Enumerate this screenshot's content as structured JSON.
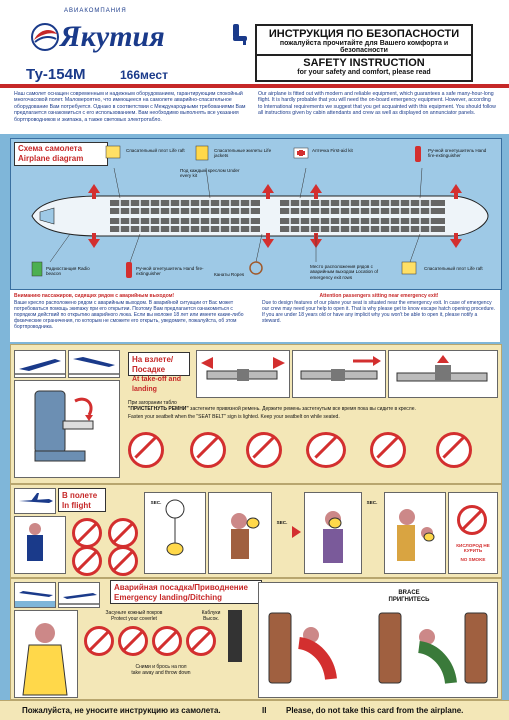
{
  "header": {
    "company_small": "АВИАКОМПАНИЯ",
    "company_name": "Якутия",
    "aircraft_model": "Ту-154М",
    "seats": "166мест",
    "ru_title": "ИНСТРУКЦИЯ ПО БЕЗОПАСНОСТИ",
    "ru_subtitle": "пожалуйста прочитайте для Вашего комфорта и безопасности",
    "en_title": "SAFETY INSTRUCTION",
    "en_subtitle": "for your safety and comfort, please read"
  },
  "intro": {
    "ru": "Наш самолет оснащен современным и надежным оборудованием, гарантирующим спокойный многочасовой полет. Маловероятно, что имеющееся на самолете аварийно-спасательное оборудование Вам потребуется. Однако в соответствии с Международными требованиями Вам предлагается ознакомиться с его использованием. Вам необходимо выполнять все указания бортпроводников и экипажа, а также световых электротабло.",
    "en": "Our airplane is fitted out with modern and reliable equipment, which guarantees a safe many-hour-long flight. It is hardly probable that you will need the on-board emergency equipment. However, according to International requirements we suggest that you get acquainted with this equipment. You should follow all instructions given by cabin attendants and crew as well as displayed on annunciator panels."
  },
  "diagram": {
    "title_ru": "Схема самолета",
    "title_en": "Airplane diagram",
    "labels": {
      "life_raft": "Спасательный плот Life raft",
      "life_jackets": "Спасательные жилеты Life jackets",
      "first_aid": "Аптечка First-aid kit",
      "fire_ext_top": "Ручной огнетушитель Hand fire-extinguisher",
      "under_seat": "Под каждым креслом Under every kit",
      "radio": "Радиостанция Radio beacon",
      "fire_ext_bottom": "Ручной огнетушитель Hand fire-extinguisher",
      "ropes": "Канаты Ropes",
      "masks": "Место расположения рядов с аварийным выходом Location of emergency exit rows",
      "raft_bottom": "Спасательный плот Life raft"
    }
  },
  "exit_row": {
    "ru_title": "Вниманию пассажиров, сидящих рядом с аварийным выходом!",
    "ru": "Ваше кресло расположено рядом с аварийным выходом. В аварийной ситуации от Вас может потребоваться помощь экипажу при его открытии. Поэтому Вам предлагается ознакомиться с порядком действий по открытию аварийного люка. Если вы моложе 18 лет или имеете какие-либо физические ограничения, по которым не сможете его открыть, уведомите, пожалуйста, об этом бортпроводника.",
    "en_title": "Attention passengers sitting near emergency exit!",
    "en": "Due to design features of our plane your seat is situated near the emergency exit. In case of emergency our crew may need your help to open it. That is why please get to know escape hatch opening procedure. If you are under 18 years old or have any implicit why you won't be able to open it, please notify a steward."
  },
  "takeoff": {
    "title_ru": "На взлете/Посадке",
    "title_en": "At take-off and landing",
    "seatbelt_ru_prefix": "При загорании табло",
    "seatbelt_ru_sign": "\"ПРИСТЕГНУТЬ РЕМНИ\"",
    "seatbelt_ru": "застегните привязной ремень. Держите ремень застегнутым все время пока вы сидите в кресле.",
    "seatbelt_en": "Fasten your seatbelt when the \"SEAT BELT\" sign is lighted. Keep your seatbelt on while seated."
  },
  "inflight": {
    "title_ru": "В полете",
    "title_en": "In flight",
    "sec_label": "SEC.",
    "no_smoking_ru": "КИСЛОРОД НЕ КУРИТЬ",
    "no_smoking_en": "NO SMOKE"
  },
  "landing": {
    "title_ru": "Аварийная посадка/Приводнение",
    "title_en": "Emergency landing/Ditching",
    "coverlet_ru": "Засуньте кожный покров",
    "coverlet_en": "Protect your coverlet",
    "throw_ru": "Сними и брось на пол",
    "throw_en": "take away and throw down",
    "heel_ru": "Каблуки",
    "heel_en": "Высок.",
    "brace_en": "BRACE",
    "brace_ru": "ПРИГНИТЕСЬ"
  },
  "footer": {
    "ru": "Пожалуйста, не уносите инструкцию из самолета.",
    "page": "II",
    "en": "Please, do not take this card from the airplane."
  },
  "colors": {
    "accent_red": "#c62828",
    "brand_blue": "#1a3a8a",
    "panel_beige": "#f3e7b7",
    "background_blue": "#7fb6d9"
  }
}
